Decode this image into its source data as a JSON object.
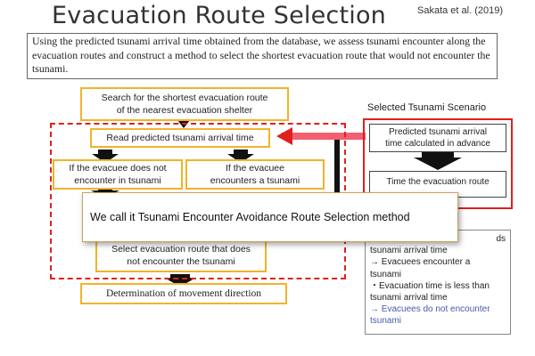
{
  "slide": {
    "title": "Evacuation Route Selection",
    "citation": "Sakata et al. (2019)",
    "intro": "Using the predicted tsunami arrival time obtained from the database, we assess tsunami encounter along the evacuation routes and construct a method to select the shortest evacuation route that would not encounter the tsunami."
  },
  "flow": {
    "search_line1": "Search for the shortest evacuation route",
    "search_line2": "of the nearest evacuation shelter",
    "read_time": "Read predicted tsunami arrival time",
    "no_encounter_line1": "If the evacuee does not",
    "no_encounter_line2": "encounter in tsunami",
    "encounter_line1": "If the evacuee",
    "encounter_line2": "encounters a tsunami",
    "select_line1": "Select evacuation route that does",
    "select_line2": "not encounter the tsunami",
    "determination": "Determination of movement direction"
  },
  "callout": "We call it Tsunami Encounter Avoidance Route Selection method",
  "scenario": {
    "label": "Selected Tsunami Scenario",
    "predicted_line1": "Predicted tsunami arrival",
    "predicted_line2": "time calculated in advance",
    "evac_time": "Time the evacuation route"
  },
  "notes": {
    "line1_tail": "ds",
    "line2": "tsunami arrival time",
    "line3": "→ Evacuees encounter a",
    "line4": "tsunami",
    "line5": "・Evacuation time is less than",
    "line6": "tsunami arrival time",
    "line7": "→ Evacuees do not encounter",
    "line8": "tsunami"
  },
  "colors": {
    "box_border": "#f0b428",
    "dashed_border": "#e02020",
    "arrow_fill": "#111111",
    "pink_arrow": "#f06070",
    "note_blue": "#4a5aa8"
  }
}
